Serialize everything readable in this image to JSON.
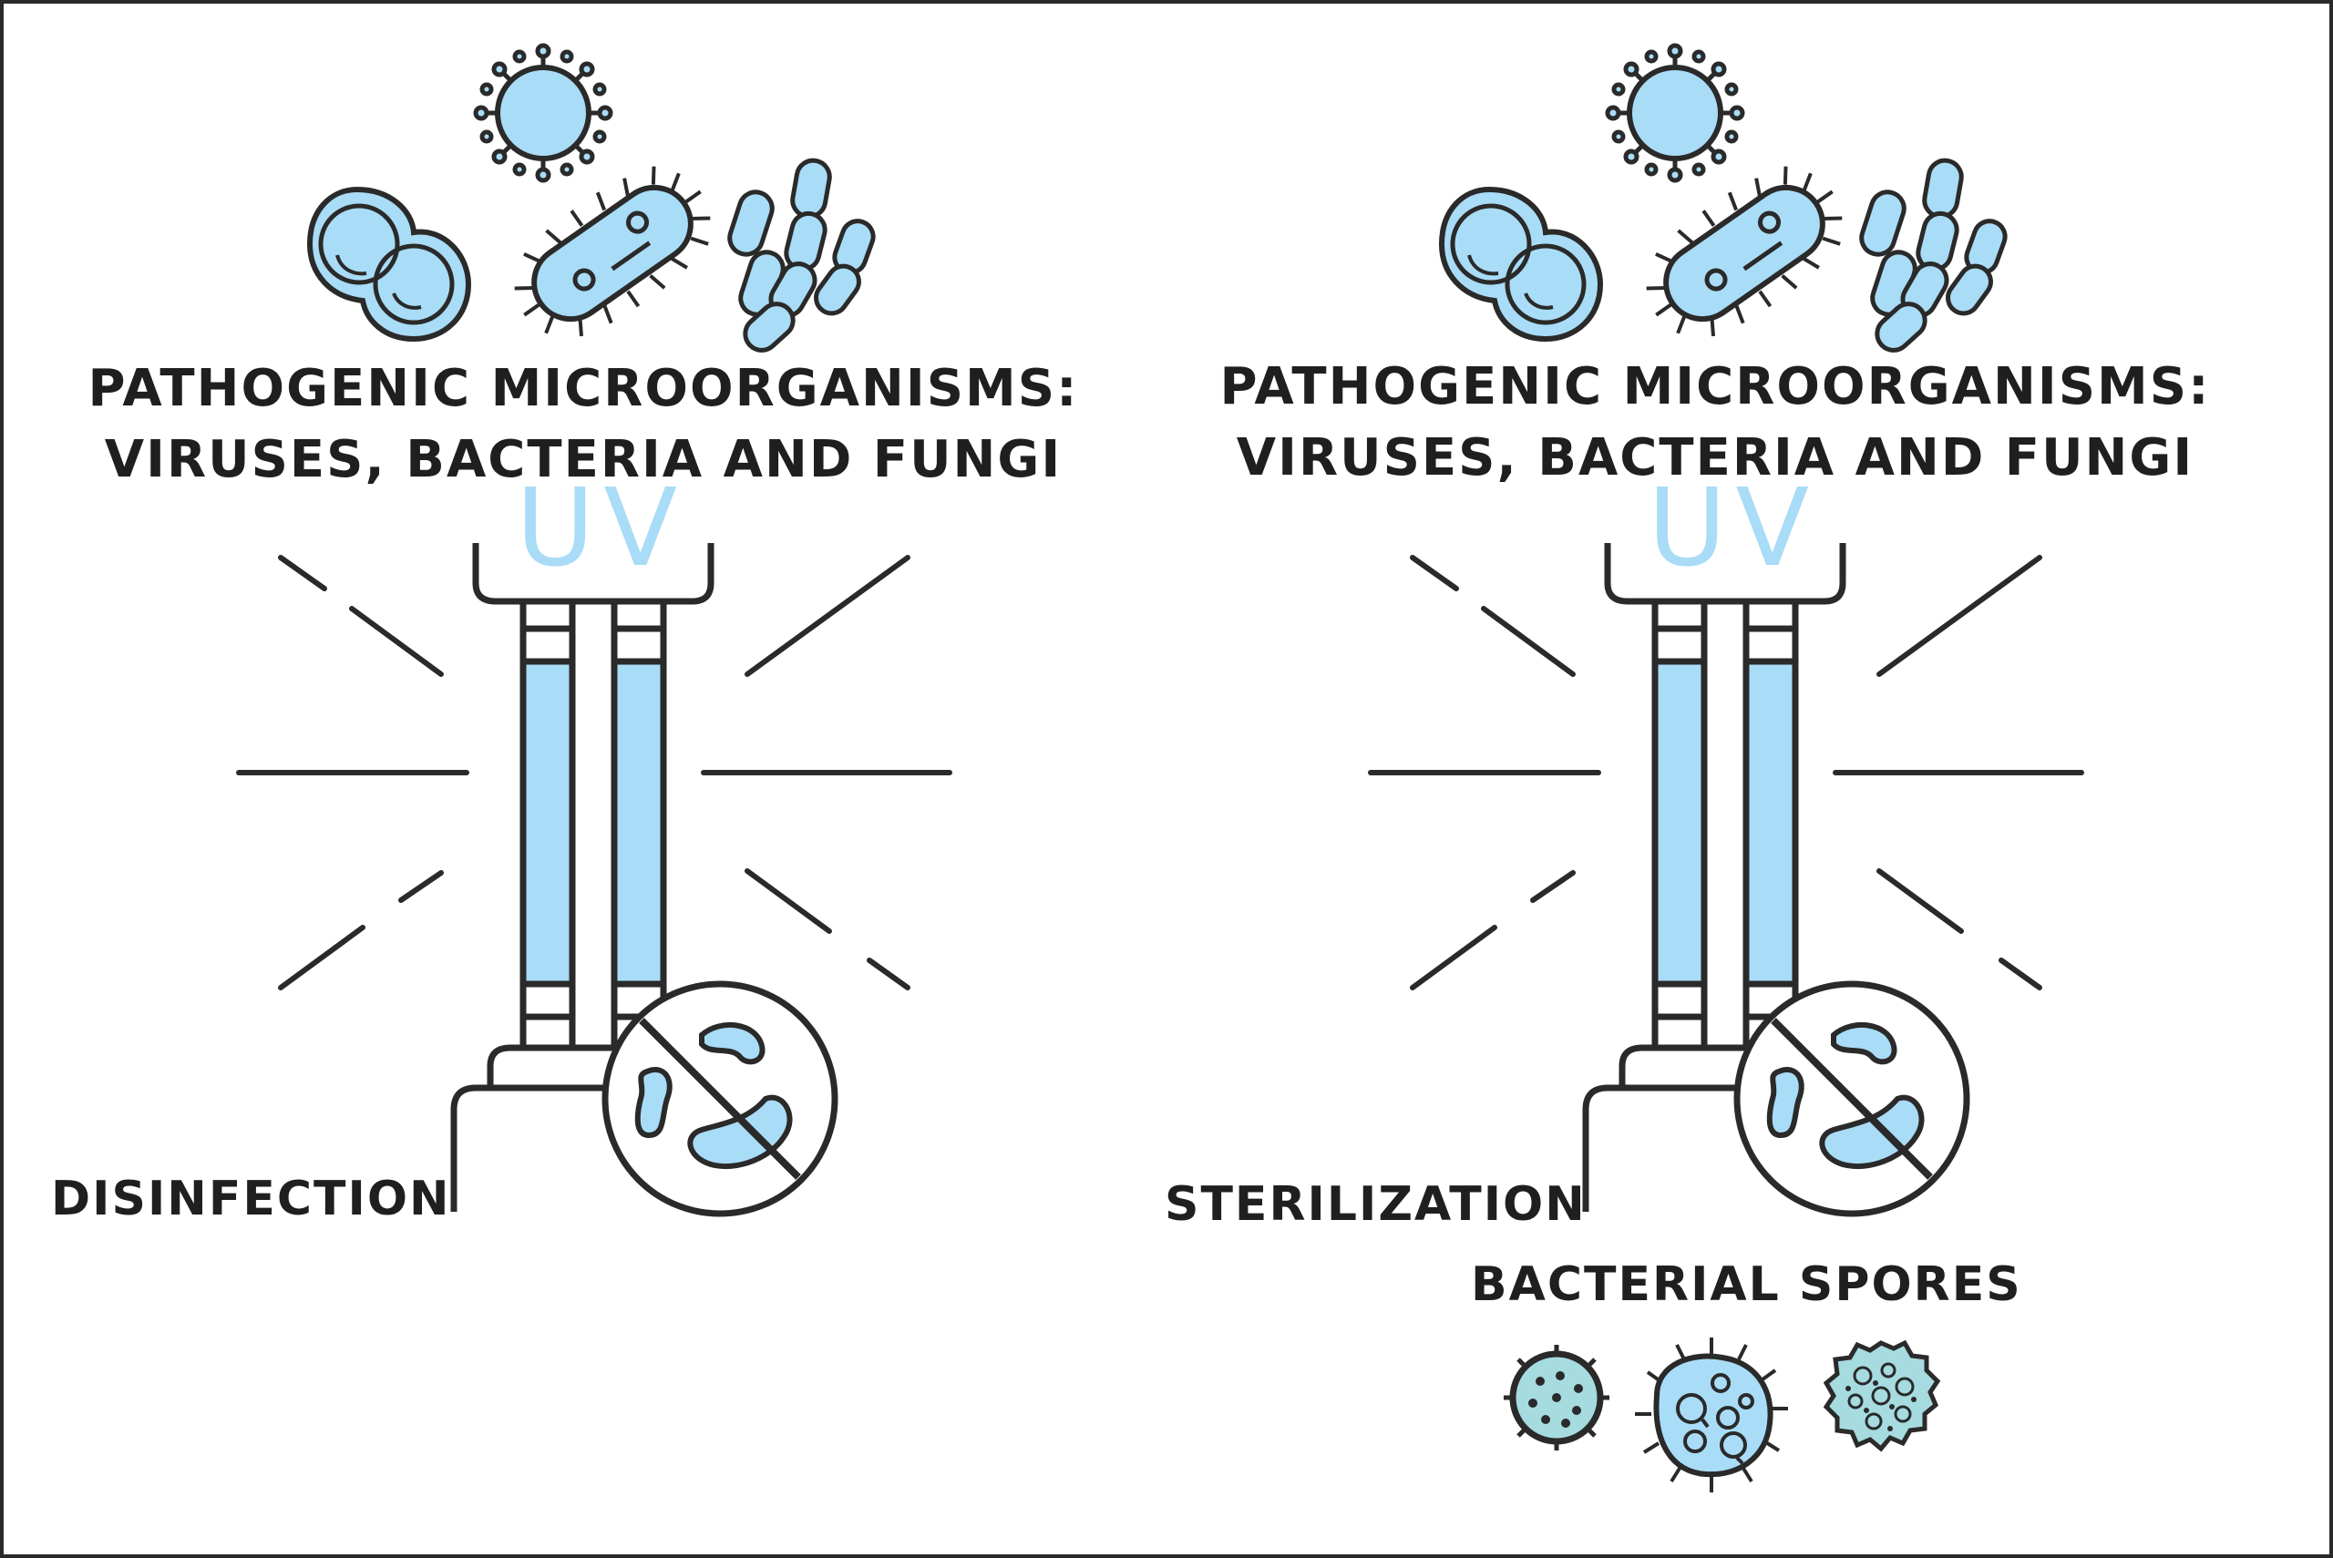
{
  "panels": [
    {
      "heading_line1": "PATHOGENIC MICROORGANISMS:",
      "heading_line2": "VIRUSES, BACTERIA AND FUNGI",
      "lamp_label": "UV",
      "process_label": "DISINFECTION"
    },
    {
      "heading_line1": "PATHOGENIC MICROORGANISMS:",
      "heading_line2": "VIRUSES, BACTERIA AND FUNGI",
      "lamp_label": "UV",
      "process_label": "STERILIZATION",
      "spores_label": "BACTERIAL SPORES"
    }
  ],
  "colors": {
    "fill_blue": "#a9dcf6",
    "outline": "#2a2a2a",
    "spore_teal": "#a6dbe0"
  }
}
